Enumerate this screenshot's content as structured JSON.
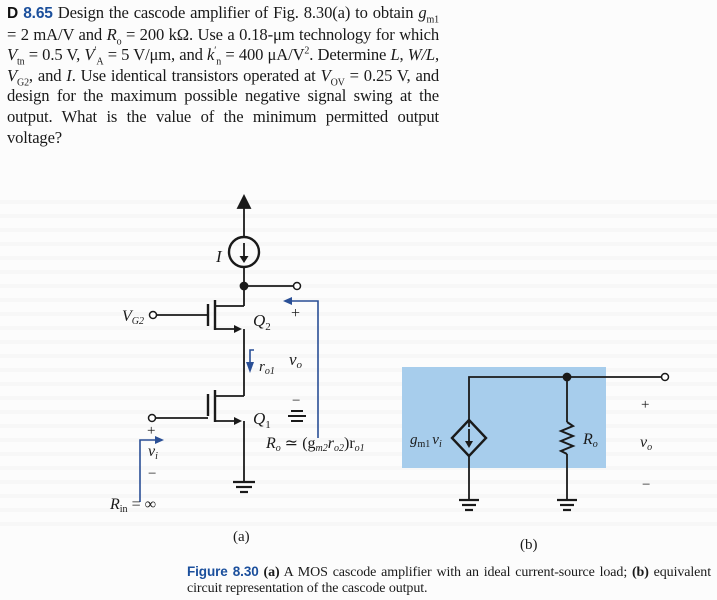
{
  "problem": {
    "prefix": "D",
    "number": "8.65",
    "line1": "Design the cascode amplifier of Fig. 8.30(a) to obtain",
    "gm1_sym": "g",
    "gm1_sub": "m1",
    "gm1_val": " = 2 mA/V and ",
    "ro_sym": "R",
    "ro_sub": "o",
    "ro_val": " = 200 kΩ. Use a 0.18-μm technology",
    "line3_a": "for which ",
    "vtn_sym": "V",
    "vtn_sub": "tn",
    "vtn_val": " = 0.5 V, ",
    "va_sym": "V",
    "va_sup": "′",
    "va_sub": "A",
    "va_val": " = 5 V/μm, and ",
    "kn_sym": "k",
    "kn_sup": "′",
    "kn_sub": "n",
    "kn_val": " = 400  μA/V",
    "kn_exp": "2",
    "kn_end": ".",
    "line4_a": "Determine ",
    "L": "L",
    "comma1": ", ",
    "WL": "W/L",
    "comma2": ", ",
    "vg2_sym": "V",
    "vg2_sub": "G2",
    "line4_b": ", and ",
    "I": "I",
    "line4_c": ". Use identical transistors",
    "line5_a": "operated at ",
    "vov_sym": "V",
    "vov_sub": "OV",
    "line5_b": " = 0.25 V, and design for the maximum",
    "line6": "possible negative signal swing at the output. What is the value",
    "line7": "of the minimum permitted output voltage?"
  },
  "figure_a": {
    "current_source_label": "I",
    "vg2_label": "V",
    "vg2_sub": "G2",
    "q2_label": "Q",
    "q2_sub": "2",
    "q1_label": "Q",
    "q1_sub": "1",
    "ro1_label": "r",
    "ro1_sub": "o1",
    "vo_label": "v",
    "vo_sub": "o",
    "plus": "+",
    "minus": "−",
    "vi_label": "v",
    "vi_sub": "i",
    "rin_label": "R",
    "rin_sub": "in",
    "rin_val": " = ∞",
    "ro_formula": "R",
    "ro_formula_sub": "o",
    "ro_formula_rest": " ≃ (g",
    "ro_formula_gm": "m2",
    "ro_formula_r": "r",
    "ro_formula_ro2": "o2",
    "ro_formula_close": ")r",
    "ro_formula_ro1": "o1",
    "sublabel": "(a)"
  },
  "figure_b": {
    "source_label": "g",
    "source_sub": "m1",
    "source_v": "v",
    "source_vsub": "i",
    "resistor_label": "R",
    "resistor_sub": "o",
    "plus": "+",
    "minus": "−",
    "vo_label": "v",
    "vo_sub": "o",
    "sublabel": "(b)",
    "highlight_color": "#a7cdec"
  },
  "caption": {
    "figure_label": "Figure 8.30",
    "a_tag": "(a)",
    "a_text": " A MOS cascode amplifier with an ideal current-source load; ",
    "b_tag": "(b)",
    "b_text": " equivalent circuit representation of the cascode output."
  },
  "colors": {
    "accent_blue": "#1b4f9c",
    "arrow_blue": "#2a4f96",
    "ink": "#1a1a1a",
    "shade": "#a7cdec"
  }
}
